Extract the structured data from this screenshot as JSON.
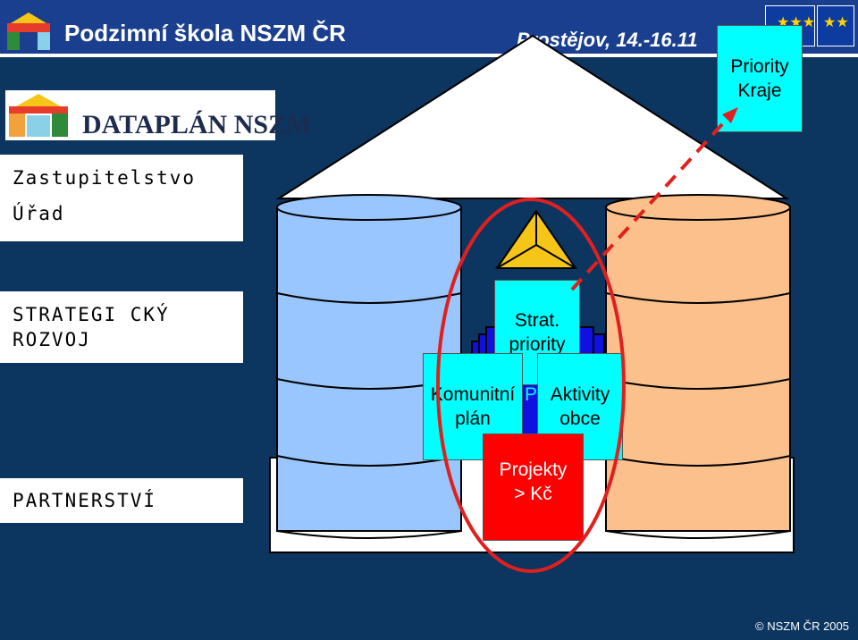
{
  "banner": {
    "title": "Podzimní škola NSZM ČR",
    "place_date": "Prostějov, 14.-16.11"
  },
  "logo": {
    "text": "DATAPLÁN NSZM"
  },
  "labels": {
    "zastupitelstvo": "Zastupitelstvo",
    "urad": "Úřad",
    "strategic_line1": "STRATEGI CKÝ",
    "strategic_line2": "ROZVOJ",
    "partnerstvi": "PARTNERSTVÍ"
  },
  "notes": {
    "kraje_line1": "Priority",
    "kraje_line2": "Kraje",
    "strat_line1": "Strat.",
    "strat_line2": "priority",
    "komunitni_line1": "Komunitní",
    "komunitni_line2": "plán",
    "aktivity_line1": "Aktivity",
    "aktivity_line2": "obce",
    "projekty_line1": "Projekty",
    "projekty_line2": "> Kč",
    "hidden_letter": "P"
  },
  "footer": {
    "copyright": "© NSZM ČR 2005"
  },
  "colors": {
    "background": "#0c3560",
    "banner": "#1a3f8e",
    "left_barrel": "#99c6ff",
    "right_barrel": "#fcc08c",
    "cyan_note": "#00ffff",
    "red_note": "#ff0000",
    "triangle": "#f5c518",
    "ellipse": "#e0201e"
  }
}
